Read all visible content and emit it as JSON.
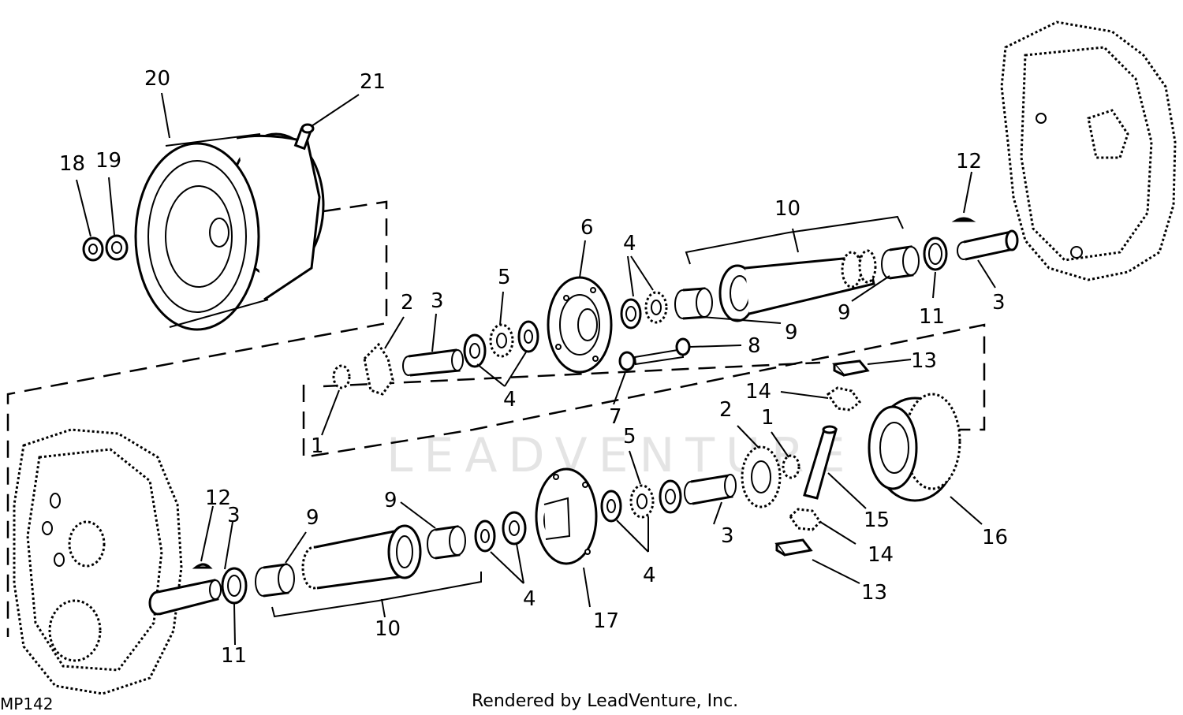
{
  "diagram": {
    "watermark": "LEADVENTURE",
    "figure_code": "MP142",
    "credit": "Rendered by LeadVenture, Inc.",
    "callouts": {
      "c20": "20",
      "c21": "21",
      "c18": "18",
      "c19": "19",
      "c2a": "2",
      "c3a": "3",
      "c5a": "5",
      "c6": "6",
      "c4a": "4",
      "c10a": "10",
      "c12a": "12",
      "c4b": "4",
      "c1a": "1",
      "c7": "7",
      "c8": "8",
      "c9a": "9",
      "c9b": "9",
      "c11a": "11",
      "c3b": "3",
      "c13a": "13",
      "c14a": "14",
      "c2b": "2",
      "c1b": "1",
      "c5b": "5",
      "c12b": "12",
      "c3c": "3",
      "c9c": "9",
      "c9d": "9",
      "c4c": "4",
      "c4d": "4",
      "c3d": "3",
      "c15": "15",
      "c16": "16",
      "c14b": "14",
      "c13b": "13",
      "c17": "17",
      "c10b": "10",
      "c11b": "11"
    }
  }
}
